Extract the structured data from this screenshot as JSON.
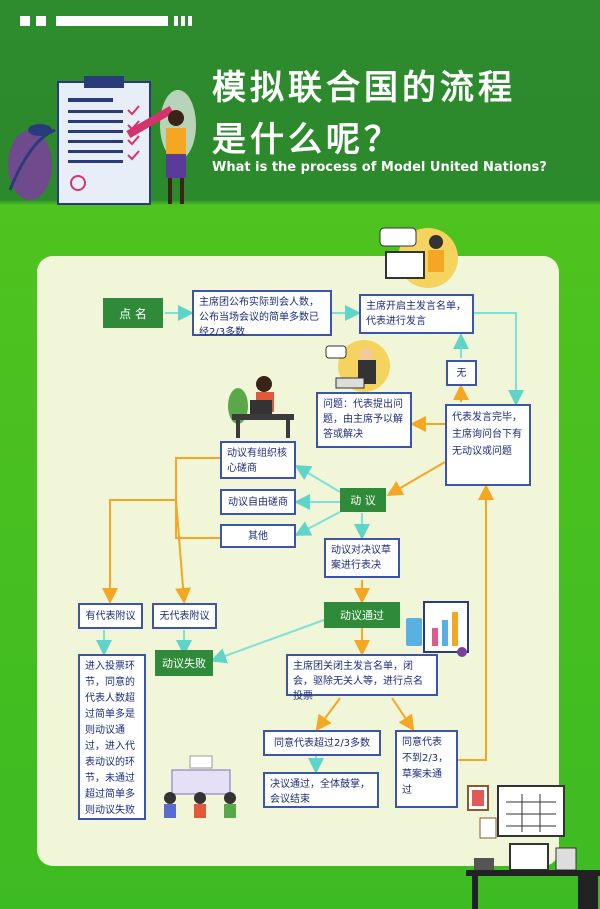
{
  "header": {
    "title_line1": "模拟联合国的流程",
    "title_line2": "是什么呢？",
    "subtitle": "What is the process of Model United Nations?"
  },
  "flow": {
    "roll_call": "点 名",
    "announce_attendance": "主席团公布实际到会人数，公布当场会议的简单多数已经2/3多数",
    "speakers_list": "主席开启主发言名单，代表进行发言",
    "none": "无",
    "question": "问题：代表提出问题，由主席予以解答或解决",
    "speech_done": "代表发言完毕，主席询问台下有无动议或问题",
    "motion": "动 议",
    "moderated_caucus": "动议有组织核心磋商",
    "unmoderated_caucus": "动议自由磋商",
    "other": "其他",
    "vote_draft": "动议对决议草案进行表决",
    "motion_passed": "动议通过",
    "motion_failed": "动议失败",
    "with_sponsor": "有代表附议",
    "no_sponsor": "无代表附议",
    "sponsor_detail": "进入投票环节，同意的代表人数超过简单多是则动议通过，进入代表动议的环节，未通过超过简单多则动议失败",
    "close_list": "主席团关闭主发言名单，闭会，驱除无关人等，进行点名投票",
    "over_two_thirds": "同意代表超过2/3多数",
    "under_two_thirds": "同意代表不到2/3，草案未通过",
    "resolution_passed": "决议通过，全体鼓掌，会议结束"
  },
  "colors": {
    "header_green": "#2e8b2e",
    "panel": "#f2f6d8",
    "box_border": "#3b56a8",
    "green_box": "#2f8b3a",
    "arrow_orange": "#f5a623",
    "arrow_cyan": "#7ee0d6"
  }
}
